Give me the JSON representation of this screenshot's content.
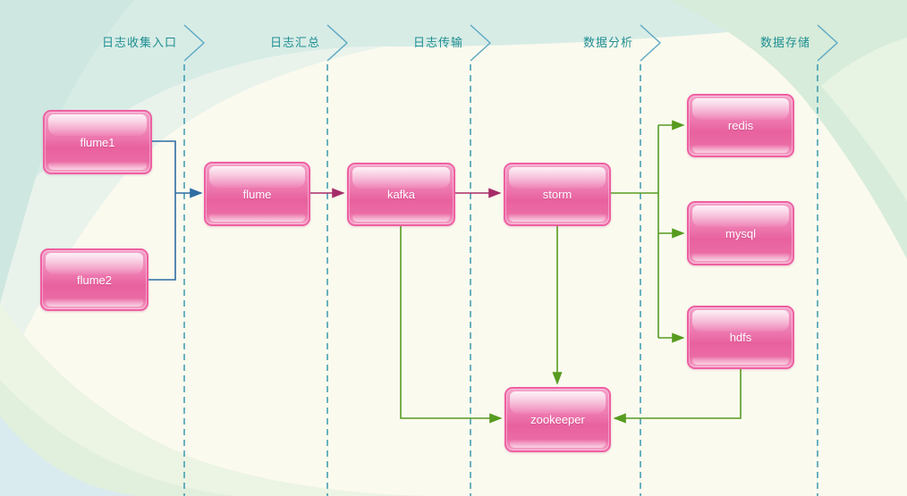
{
  "diagram": {
    "type": "swimlane-flow",
    "lanes": [
      {
        "label": "日志收集入口"
      },
      {
        "label": "日志汇总"
      },
      {
        "label": "日志传输"
      },
      {
        "label": "数据分析"
      },
      {
        "label": "数据存储"
      }
    ],
    "nodes": [
      {
        "id": "flume1",
        "label": "flume1",
        "lane": "日志收集入口"
      },
      {
        "id": "flume2",
        "label": "flume2",
        "lane": "日志收集入口"
      },
      {
        "id": "flume",
        "label": "flume",
        "lane": "日志汇总"
      },
      {
        "id": "kafka",
        "label": "kafka",
        "lane": "日志传输"
      },
      {
        "id": "storm",
        "label": "storm",
        "lane": "数据分析"
      },
      {
        "id": "redis",
        "label": "redis",
        "lane": "数据存储"
      },
      {
        "id": "mysql",
        "label": "mysql",
        "lane": "数据存储"
      },
      {
        "id": "hdfs",
        "label": "hdfs",
        "lane": "数据存储"
      },
      {
        "id": "zookeeper",
        "label": "zookeeper",
        "lane": "数据分析"
      }
    ],
    "edges": [
      {
        "from": "flume1",
        "to": "flume",
        "color": "#2d6da3"
      },
      {
        "from": "flume2",
        "to": "flume",
        "color": "#2d6da3"
      },
      {
        "from": "flume",
        "to": "kafka",
        "color": "#a52c68"
      },
      {
        "from": "kafka",
        "to": "storm",
        "color": "#a52c68"
      },
      {
        "from": "storm",
        "to": "redis",
        "color": "#579b20"
      },
      {
        "from": "storm",
        "to": "mysql",
        "color": "#579b20"
      },
      {
        "from": "storm",
        "to": "hdfs",
        "color": "#579b20"
      },
      {
        "from": "kafka",
        "to": "zookeeper",
        "color": "#579b20"
      },
      {
        "from": "storm",
        "to": "zookeeper",
        "color": "#579b20"
      },
      {
        "from": "hdfs",
        "to": "zookeeper",
        "color": "#579b20"
      }
    ],
    "colors": {
      "lane_divider": "#2e93ab",
      "lane_chevron": "#5fa9c4",
      "lane_text": "#1e8e91",
      "node_fill": "#eb6ba5",
      "node_border": "#ee5fa2",
      "connector_blue": "#2d6da3",
      "connector_magenta": "#a52c68",
      "connector_green": "#579b20",
      "background": "#fbfaef"
    }
  }
}
